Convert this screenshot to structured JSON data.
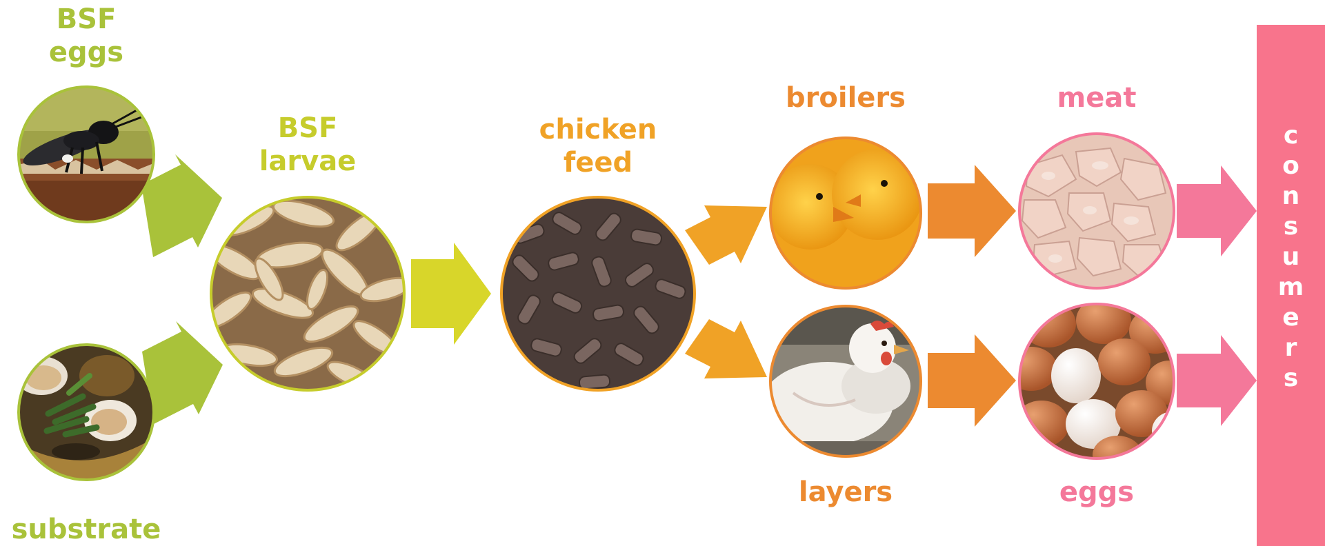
{
  "nodes": {
    "bsf_eggs": {
      "label_line1": "BSF",
      "label_line2": "eggs"
    },
    "substrate": {
      "label": "substrate"
    },
    "bsf_larvae": {
      "label_line1": "BSF",
      "label_line2": "larvae"
    },
    "chicken_feed": {
      "label_line1": "chicken",
      "label_line2": "feed"
    },
    "broilers": {
      "label": "broilers"
    },
    "layers": {
      "label": "layers"
    },
    "meat": {
      "label": "meat"
    },
    "eggs": {
      "label": "eggs"
    },
    "consumers": {
      "letters": [
        "c",
        "o",
        "n",
        "s",
        "u",
        "m",
        "e",
        "r",
        "s"
      ]
    }
  },
  "colors": {
    "green": "#a9c23a",
    "yellow_green": "#c6cc2c",
    "orange_light": "#f0a226",
    "orange": "#ec8a30",
    "pink": "#f4789a",
    "consumers_bar": "#f8748c"
  },
  "icons": {
    "bsf_eggs": "black-soldier-fly-photo",
    "substrate": "organic-waste-photo",
    "bsf_larvae": "larvae-photo",
    "chicken_feed": "feed-pellets-photo",
    "broilers": "chicks-photo",
    "layers": "hen-photo",
    "meat": "raw-chicken-meat-photo",
    "eggs": "eggs-photo"
  }
}
